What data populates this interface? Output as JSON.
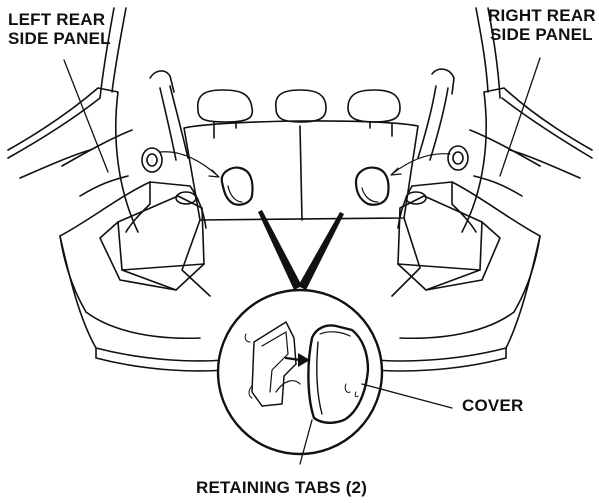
{
  "labels": {
    "left_panel_line1": "LEFT REAR",
    "left_panel_line2": "SIDE PANEL",
    "right_panel_line1": "RIGHT REAR",
    "right_panel_line2": "SIDE PANEL",
    "cover": "COVER",
    "retaining_tabs": "RETAINING TABS (2)"
  },
  "colors": {
    "ink": "#111111",
    "paper": "#ffffff"
  }
}
